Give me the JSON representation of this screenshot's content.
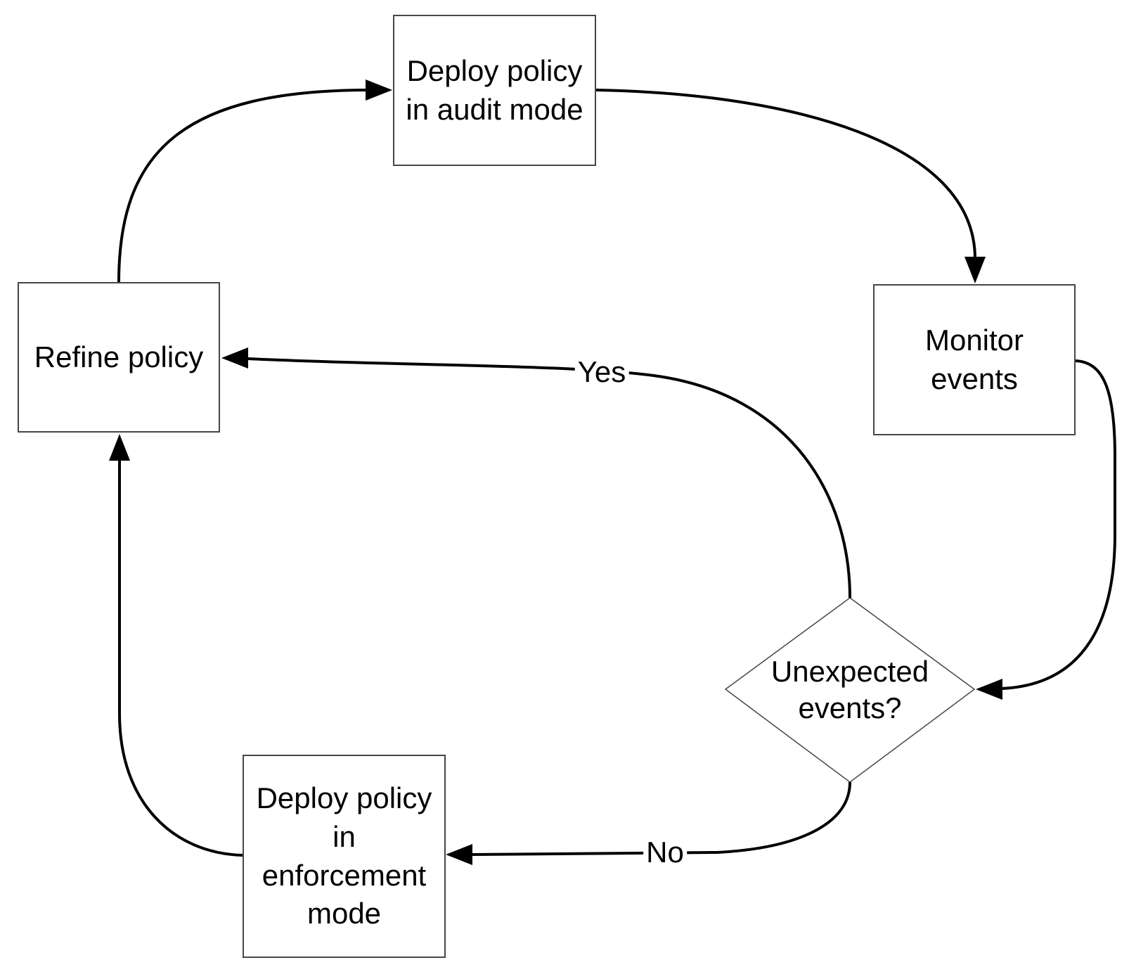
{
  "diagram": {
    "type": "flowchart",
    "background_color": "#ffffff",
    "connector_color": "#000000",
    "node_border_color": "#464646",
    "text_color": "#000000",
    "nodes": {
      "deploy_audit": {
        "shape": "rect",
        "line1": "Deploy policy",
        "line2": "in audit mode"
      },
      "monitor": {
        "shape": "rect",
        "line1": "Monitor",
        "line2": "events"
      },
      "decision": {
        "shape": "diamond",
        "line1": "Unexpected",
        "line2": "events?"
      },
      "deploy_enforce": {
        "shape": "rect",
        "line1": "Deploy policy",
        "line2": "in",
        "line3": "enforcement",
        "line4": "mode"
      },
      "refine": {
        "shape": "rect",
        "line1": "Refine policy"
      }
    },
    "labels": {
      "yes": "Yes",
      "no": "No"
    },
    "edges": [
      {
        "from": "refine",
        "to": "deploy_audit",
        "label": ""
      },
      {
        "from": "deploy_audit",
        "to": "monitor",
        "label": ""
      },
      {
        "from": "monitor",
        "to": "decision",
        "label": ""
      },
      {
        "from": "decision",
        "to": "refine",
        "label": "Yes"
      },
      {
        "from": "decision",
        "to": "deploy_enforce",
        "label": "No"
      },
      {
        "from": "deploy_enforce",
        "to": "refine",
        "label": ""
      }
    ]
  }
}
